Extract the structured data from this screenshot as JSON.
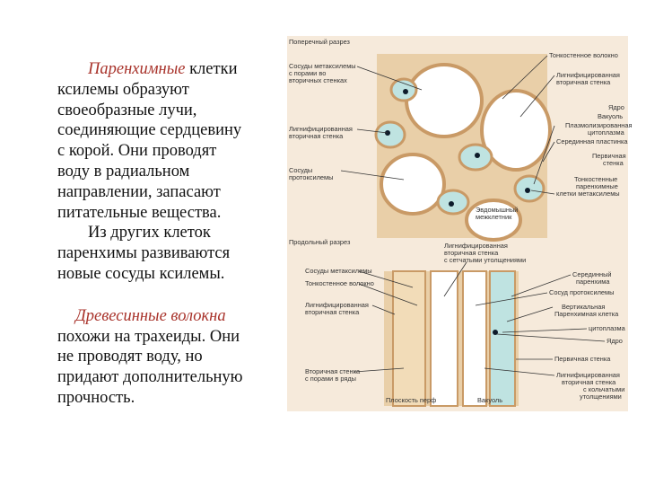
{
  "text": {
    "p1_term": "Паренхимные",
    "p1_line1_rest": " клетки",
    "p1_lines": [
      "ксилемы образуют",
      "своеобразные лучи,",
      "соединяющие сердцевину",
      "с корой. Они проводят",
      "воду в радиальном",
      "направлении, запасают",
      "питательные вещества."
    ],
    "p1b_indent": "Из других клеток",
    "p1b_lines": [
      "паренхимы развиваются",
      "новые сосуды ксилемы."
    ],
    "p2_term": "Древесинные волокна",
    "p2_lines": [
      "похожи на трахеиды. Они",
      "не проводят воду, но",
      "придают дополнительную",
      "прочность."
    ]
  },
  "figure": {
    "top_labels_left": [
      "Поперечный разрез",
      "Сосуды метаксилемы",
      "с порами во",
      "вторичных стенках",
      "Лигнифицированная",
      "вторичная стенка",
      "Сосуды",
      "протоксилемы"
    ],
    "top_labels_right": [
      "Тонкостенное волокно",
      "Лигнифицированная",
      "вторичная стенка",
      "Ядро",
      "Вакуоль",
      "Плазмолизированная",
      "цитоплазма",
      "Серединная пластинка",
      "Первичная",
      "стенка",
      "Тонкостенные",
      "паренхимные",
      "клетки метаксилемы",
      "Эвдомышный",
      "межклетник"
    ],
    "bottom_labels_left": [
      "Продольный разрез",
      "Сосуды метаксилемы",
      "Тонкостенное волокно",
      "Лигнифицированная",
      "вторичная стенка",
      "Вторичная стенка",
      "с порами в ряды",
      "Плоскость перф"
    ],
    "bottom_labels_mid": [
      "Лигнифицированная",
      "вторичная стенка",
      "с сетчатыми утолщениями",
      "Вакуоль"
    ],
    "bottom_labels_right": [
      "Серединный",
      "паренхима",
      "Сосуд протоксилемы",
      "Вертикальная",
      "Паренхимная клетка",
      "цитоплазма",
      "Ядро",
      "Первичная стенка",
      "Лигнифицированная",
      "вторичная стенка",
      "с кольчатыми",
      "утолщениями"
    ],
    "colors": {
      "bg": "#f6eadb",
      "wall": "#ddb98a",
      "cytoplasm": "#bfe3e1",
      "nucleus": "#0d1b2a"
    }
  }
}
